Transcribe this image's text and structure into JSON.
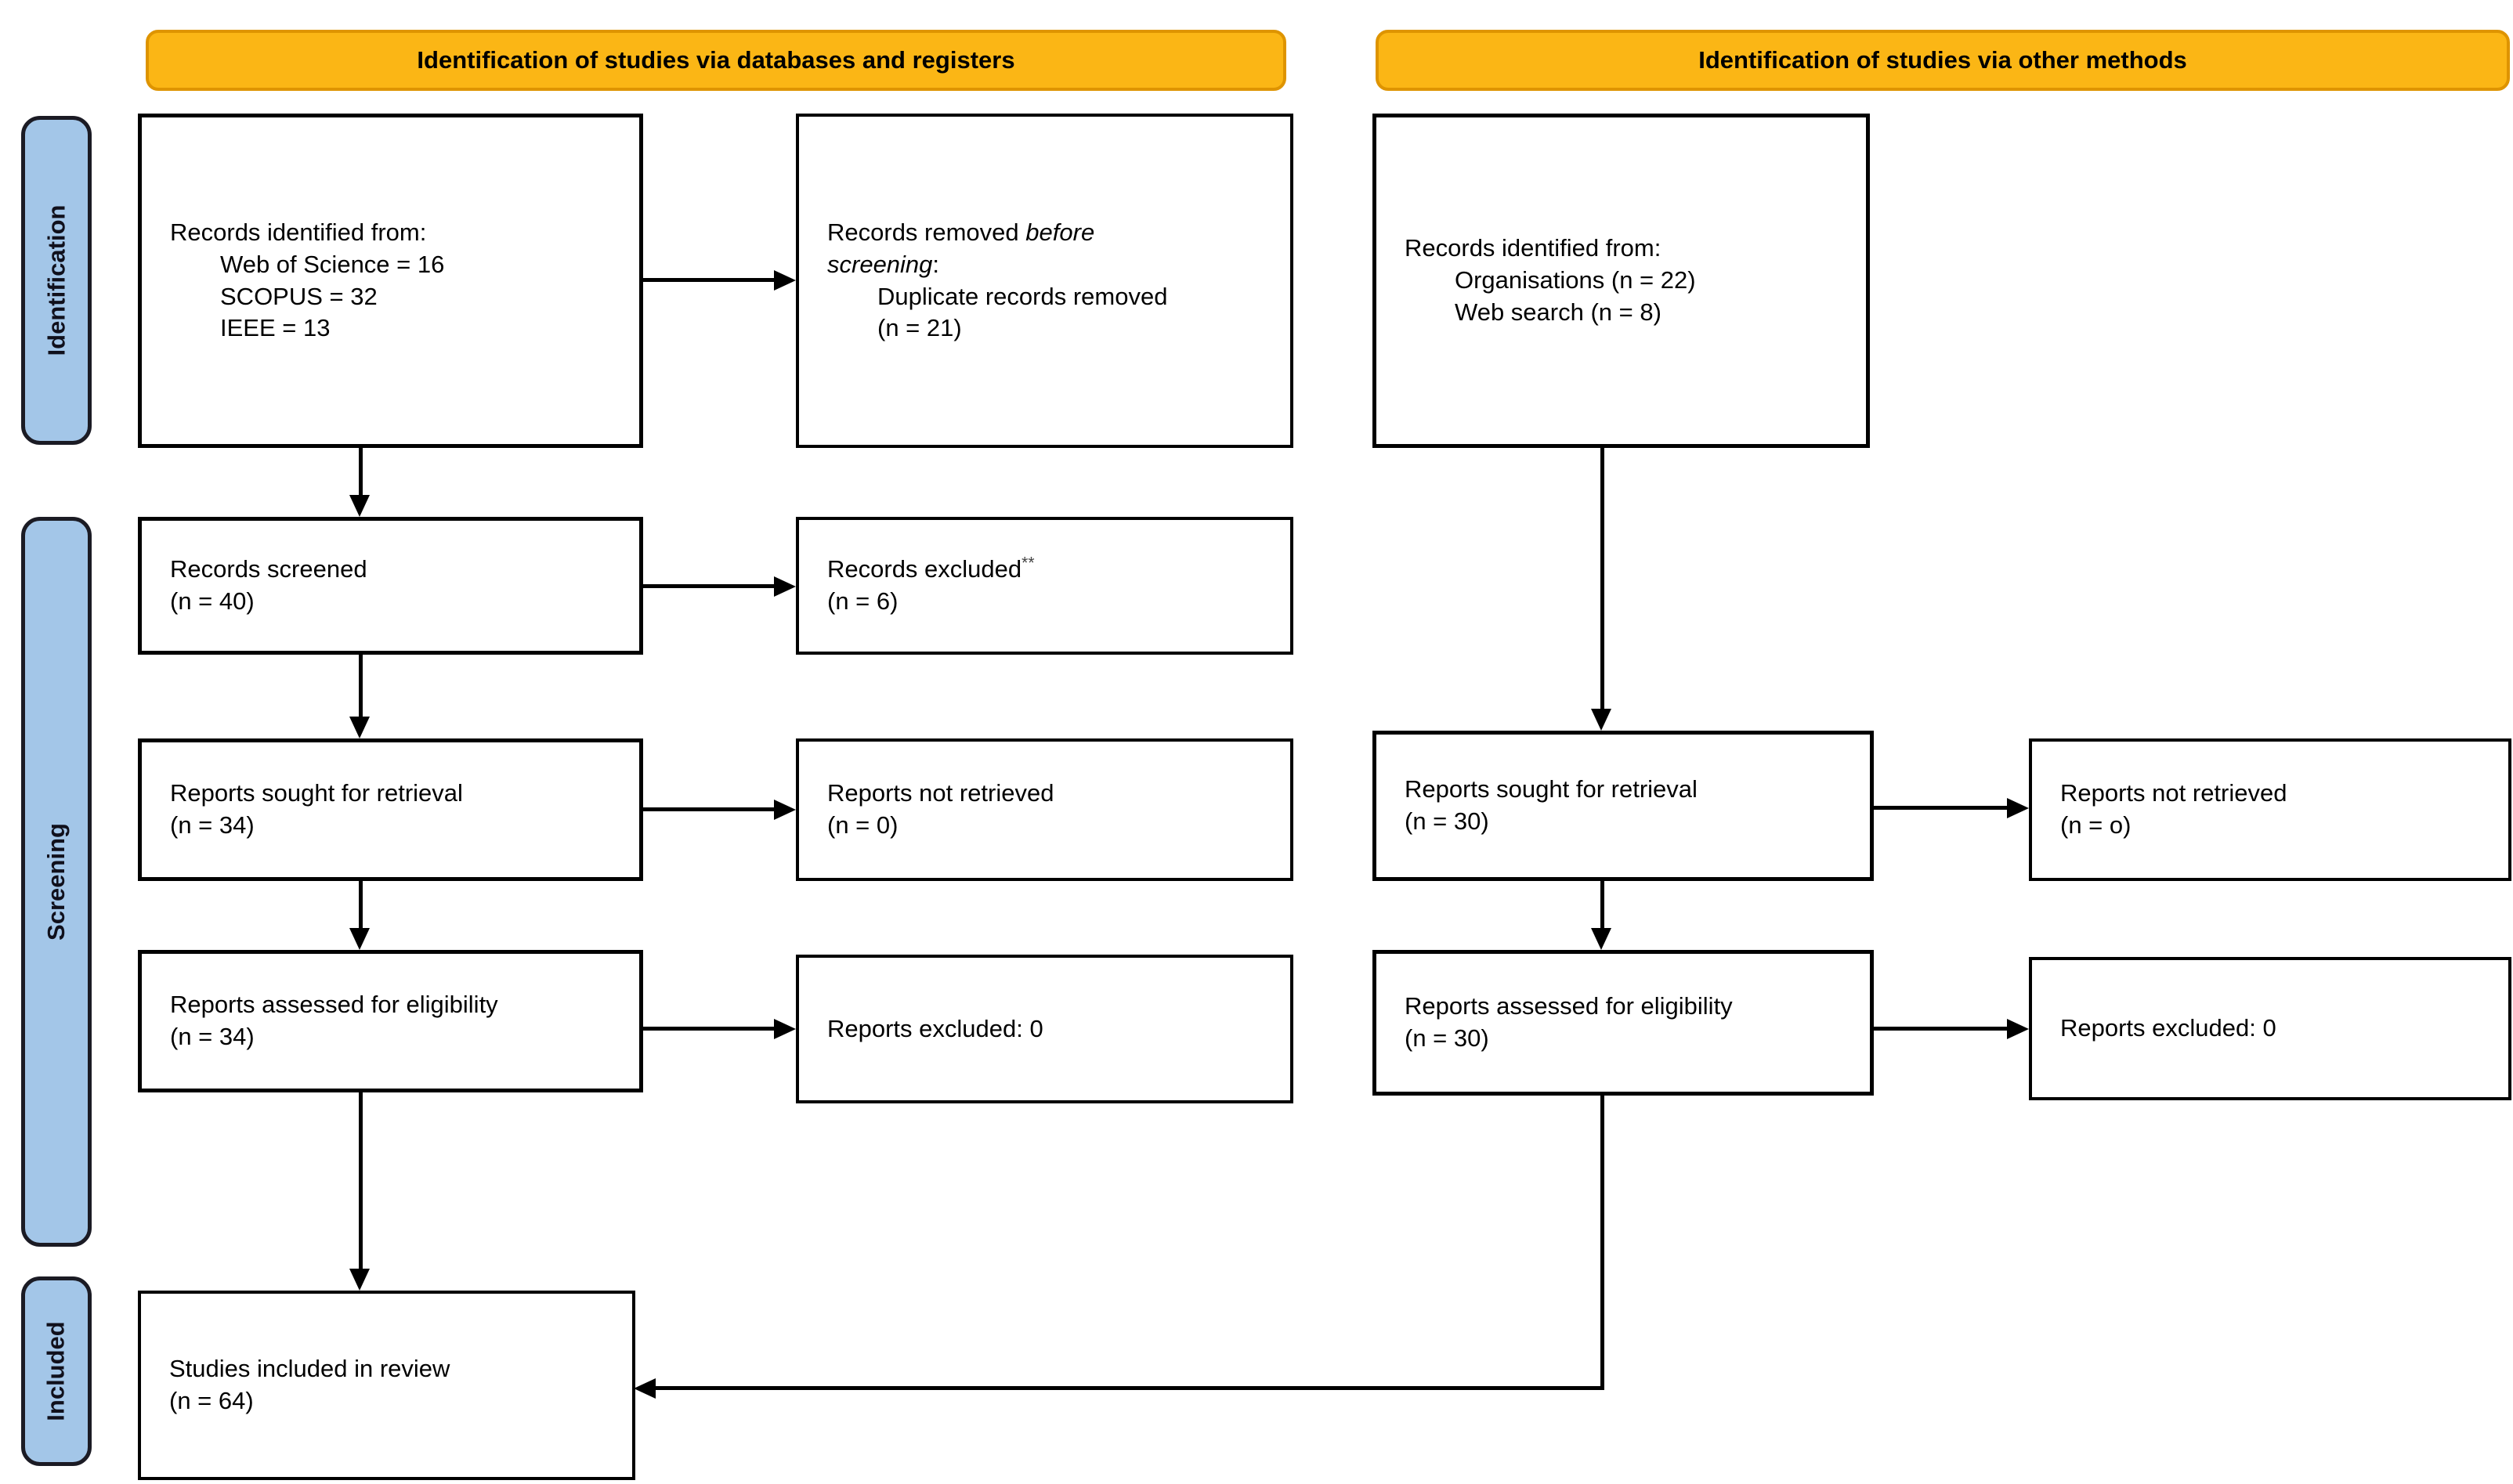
{
  "banners": {
    "databases": "Identification of studies via databases and registers",
    "other": "Identification of studies via other methods"
  },
  "side_labels": {
    "identification": "Identification",
    "screening": "Screening",
    "included": "Included"
  },
  "boxes": {
    "db_identified": {
      "intro": "Records identified from:",
      "items": [
        "Web of Science = 16",
        "SCOPUS = 32",
        "IEEE = 13"
      ]
    },
    "removed_before": {
      "prefix": "Records removed ",
      "italic_1": "before",
      "italic_2": "screening",
      "suffix": ":",
      "items": [
        "Duplicate records removed",
        "(n = 21)"
      ]
    },
    "other_identified": {
      "intro": "Records identified from:",
      "items": [
        "Organisations (n = 22)",
        "Web search (n = 8)"
      ]
    },
    "records_screened": {
      "line1": "Records screened",
      "line2": "(n = 40)"
    },
    "records_excluded": {
      "label": "Records excluded",
      "sup": "**",
      "line2": "(n = 6)"
    },
    "sought_db": {
      "line1": "Reports sought for retrieval",
      "line2": "(n = 34)"
    },
    "not_retrieved_db": {
      "line1": "Reports not retrieved",
      "line2": "(n = 0)"
    },
    "sought_other": {
      "line1": "Reports sought for retrieval",
      "line2": "(n = 30)"
    },
    "not_retrieved_other": {
      "line1": "Reports not retrieved",
      "line2": "(n = o)"
    },
    "assessed_db": {
      "line1": "Reports assessed for eligibility",
      "line2": "(n = 34)"
    },
    "excluded_db": {
      "line1": "Reports excluded: 0"
    },
    "assessed_other": {
      "line1": "Reports assessed for eligibility",
      "line2": "(n = 30)"
    },
    "excluded_other": {
      "line1": "Reports excluded: 0"
    },
    "included_review": {
      "line1": "Studies included in review",
      "line2": "(n = 64)"
    }
  },
  "colors": {
    "banner_fill": "#FBB615",
    "banner_border": "#DE9400",
    "side_fill": "#A3C6E8",
    "side_border": "#1B1B24",
    "box_border": "#000000",
    "arrow": "#000000"
  }
}
